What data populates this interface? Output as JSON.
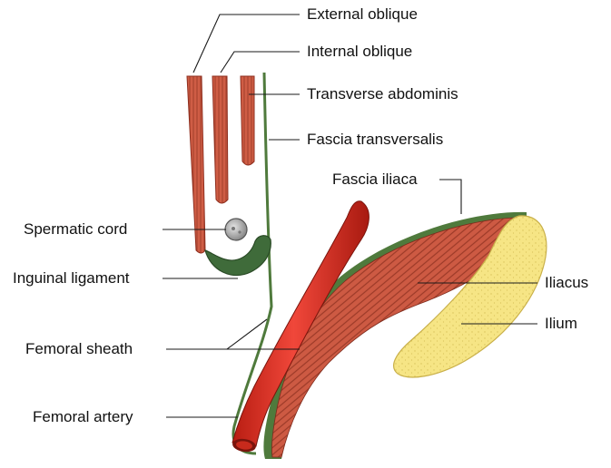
{
  "labels": {
    "external_oblique": "External oblique",
    "internal_oblique": "Internal oblique",
    "transverse_abdominis": "Transverse abdominis",
    "fascia_transversalis": "Fascia transversalis",
    "fascia_iliaca": "Fascia iliaca",
    "spermatic_cord": "Spermatic cord",
    "inguinal_ligament": "Inguinal ligament",
    "iliacus": "Iliacus",
    "ilium": "Ilium",
    "femoral_sheath": "Femoral sheath",
    "femoral_artery": "Femoral artery"
  },
  "colors": {
    "muscle": "#c8553f",
    "muscle_dark": "#8e2e1e",
    "fascia": "#4f7a3c",
    "ligament": "#3f6b3a",
    "artery": "#d92d1f",
    "bone": "#f5e27c",
    "cord": "#a8a8a8"
  }
}
